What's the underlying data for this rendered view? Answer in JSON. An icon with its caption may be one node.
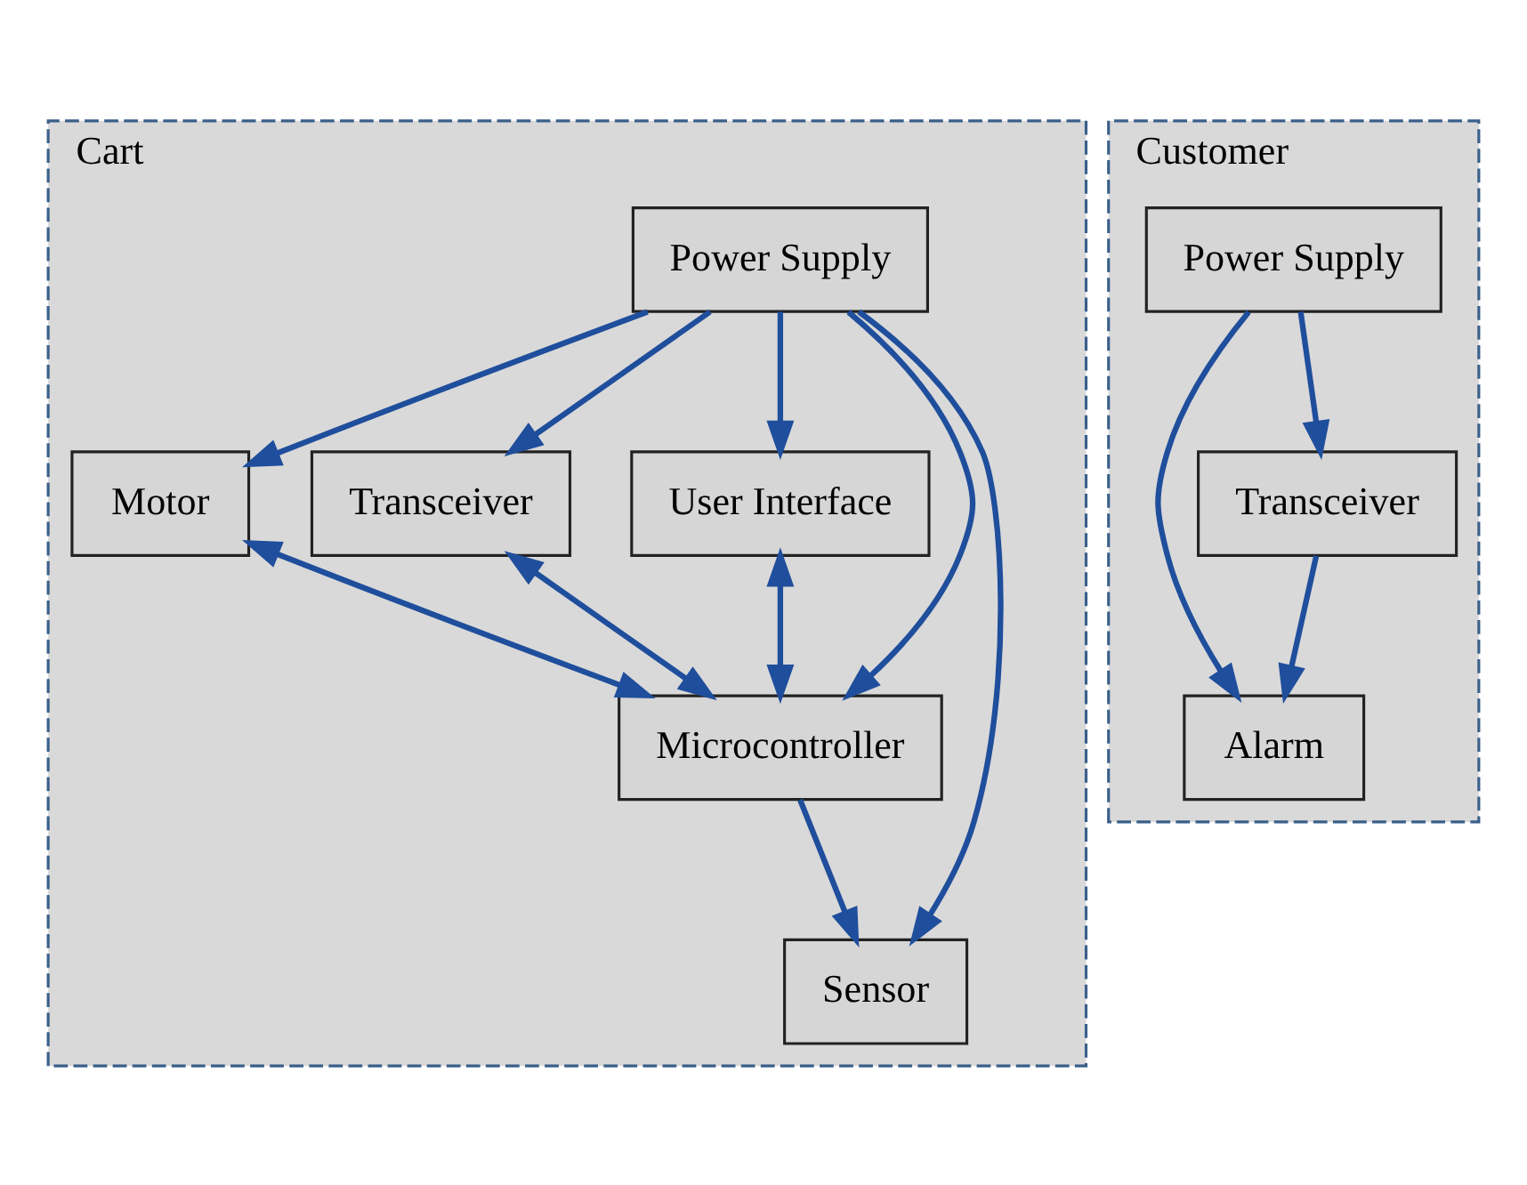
{
  "diagram": {
    "nodes": [
      {
        "text": [
          "Cart"
        ]
      },
      {
        "text": [
          "Power Supply"
        ],
        "in": 0
      },
      {
        "text": [
          "Motor"
        ],
        "in": 0
      },
      {
        "text": [
          "Transceiver"
        ],
        "in": 0
      },
      {
        "text": [
          "User Interface"
        ],
        "in": 0
      },
      {
        "text": [
          "Sensor"
        ],
        "in": 0
      },
      {
        "text": [
          "Microcontroller"
        ],
        "in": 0
      },
      {
        "text": [
          "Customer"
        ]
      },
      {
        "text": [
          "Power Supply"
        ],
        "in": 7
      },
      {
        "text": [
          "Alarm"
        ],
        "in": 7
      },
      {
        "text": [
          "Transceiver"
        ],
        "in": 7
      }
    ],
    "edges": [
      {
        "from": 1,
        "to": 2,
        "arrow": "to"
      },
      {
        "from": 1,
        "to": 3,
        "arrow": "to"
      },
      {
        "from": 1,
        "to": 4,
        "arrow": "to"
      },
      {
        "from": 1,
        "to": 5,
        "arrow": "to"
      },
      {
        "from": 1,
        "to": 6,
        "arrow": "to"
      },
      {
        "from": 2,
        "to": 6,
        "arrow": "both"
      },
      {
        "from": 3,
        "to": 6,
        "arrow": "both"
      },
      {
        "from": 4,
        "to": 6,
        "arrow": "both"
      },
      {
        "from": 6,
        "to": 5,
        "arrow": "to"
      },
      {
        "from": 8,
        "to": 9,
        "arrow": "to"
      },
      {
        "from": 8,
        "to": 10,
        "arrow": "to"
      },
      {
        "from": 10,
        "to": 9,
        "arrow": "to"
      }
    ]
  }
}
